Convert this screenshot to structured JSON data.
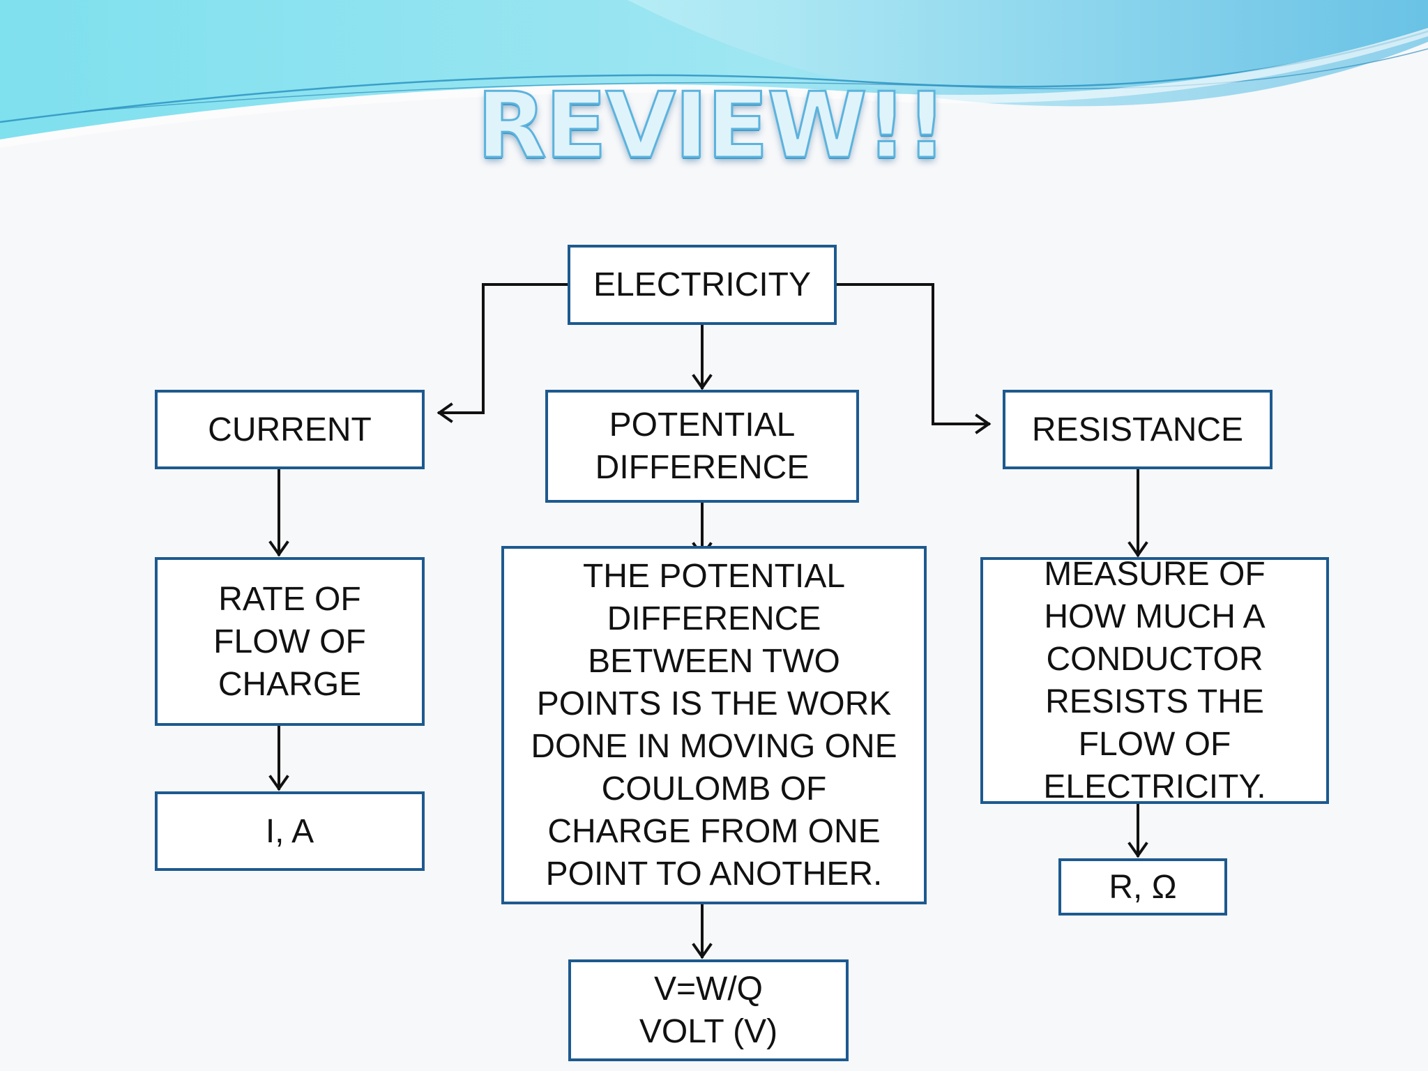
{
  "title": "REVIEW!!",
  "colors": {
    "box_border": "#1d5a8f",
    "connector": "#111111",
    "title_fill": "#dff3fb",
    "title_outline": "#5bb3dd",
    "wave_light": "#8fe3f0",
    "wave_dark": "#4fb0d8"
  },
  "nodes": {
    "electricity": "ELECTRICITY",
    "current": "CURRENT",
    "potential_difference": "POTENTIAL\nDIFFERENCE",
    "resistance": "RESISTANCE",
    "current_definition": "RATE OF\nFLOW OF\nCHARGE",
    "current_unit": "I, A",
    "pd_definition": "THE POTENTIAL\nDIFFERENCE\nBETWEEN TWO\nPOINTS IS THE WORK\nDONE IN MOVING ONE\nCOULOMB OF\nCHARGE FROM ONE\nPOINT TO ANOTHER.",
    "pd_unit": "V=W/Q\nVOLT (V)",
    "resistance_definition": "MEASURE OF\nHOW MUCH A\nCONDUCTOR\nRESISTS THE\nFLOW OF\nELECTRICITY.",
    "resistance_unit": "R, Ω"
  }
}
